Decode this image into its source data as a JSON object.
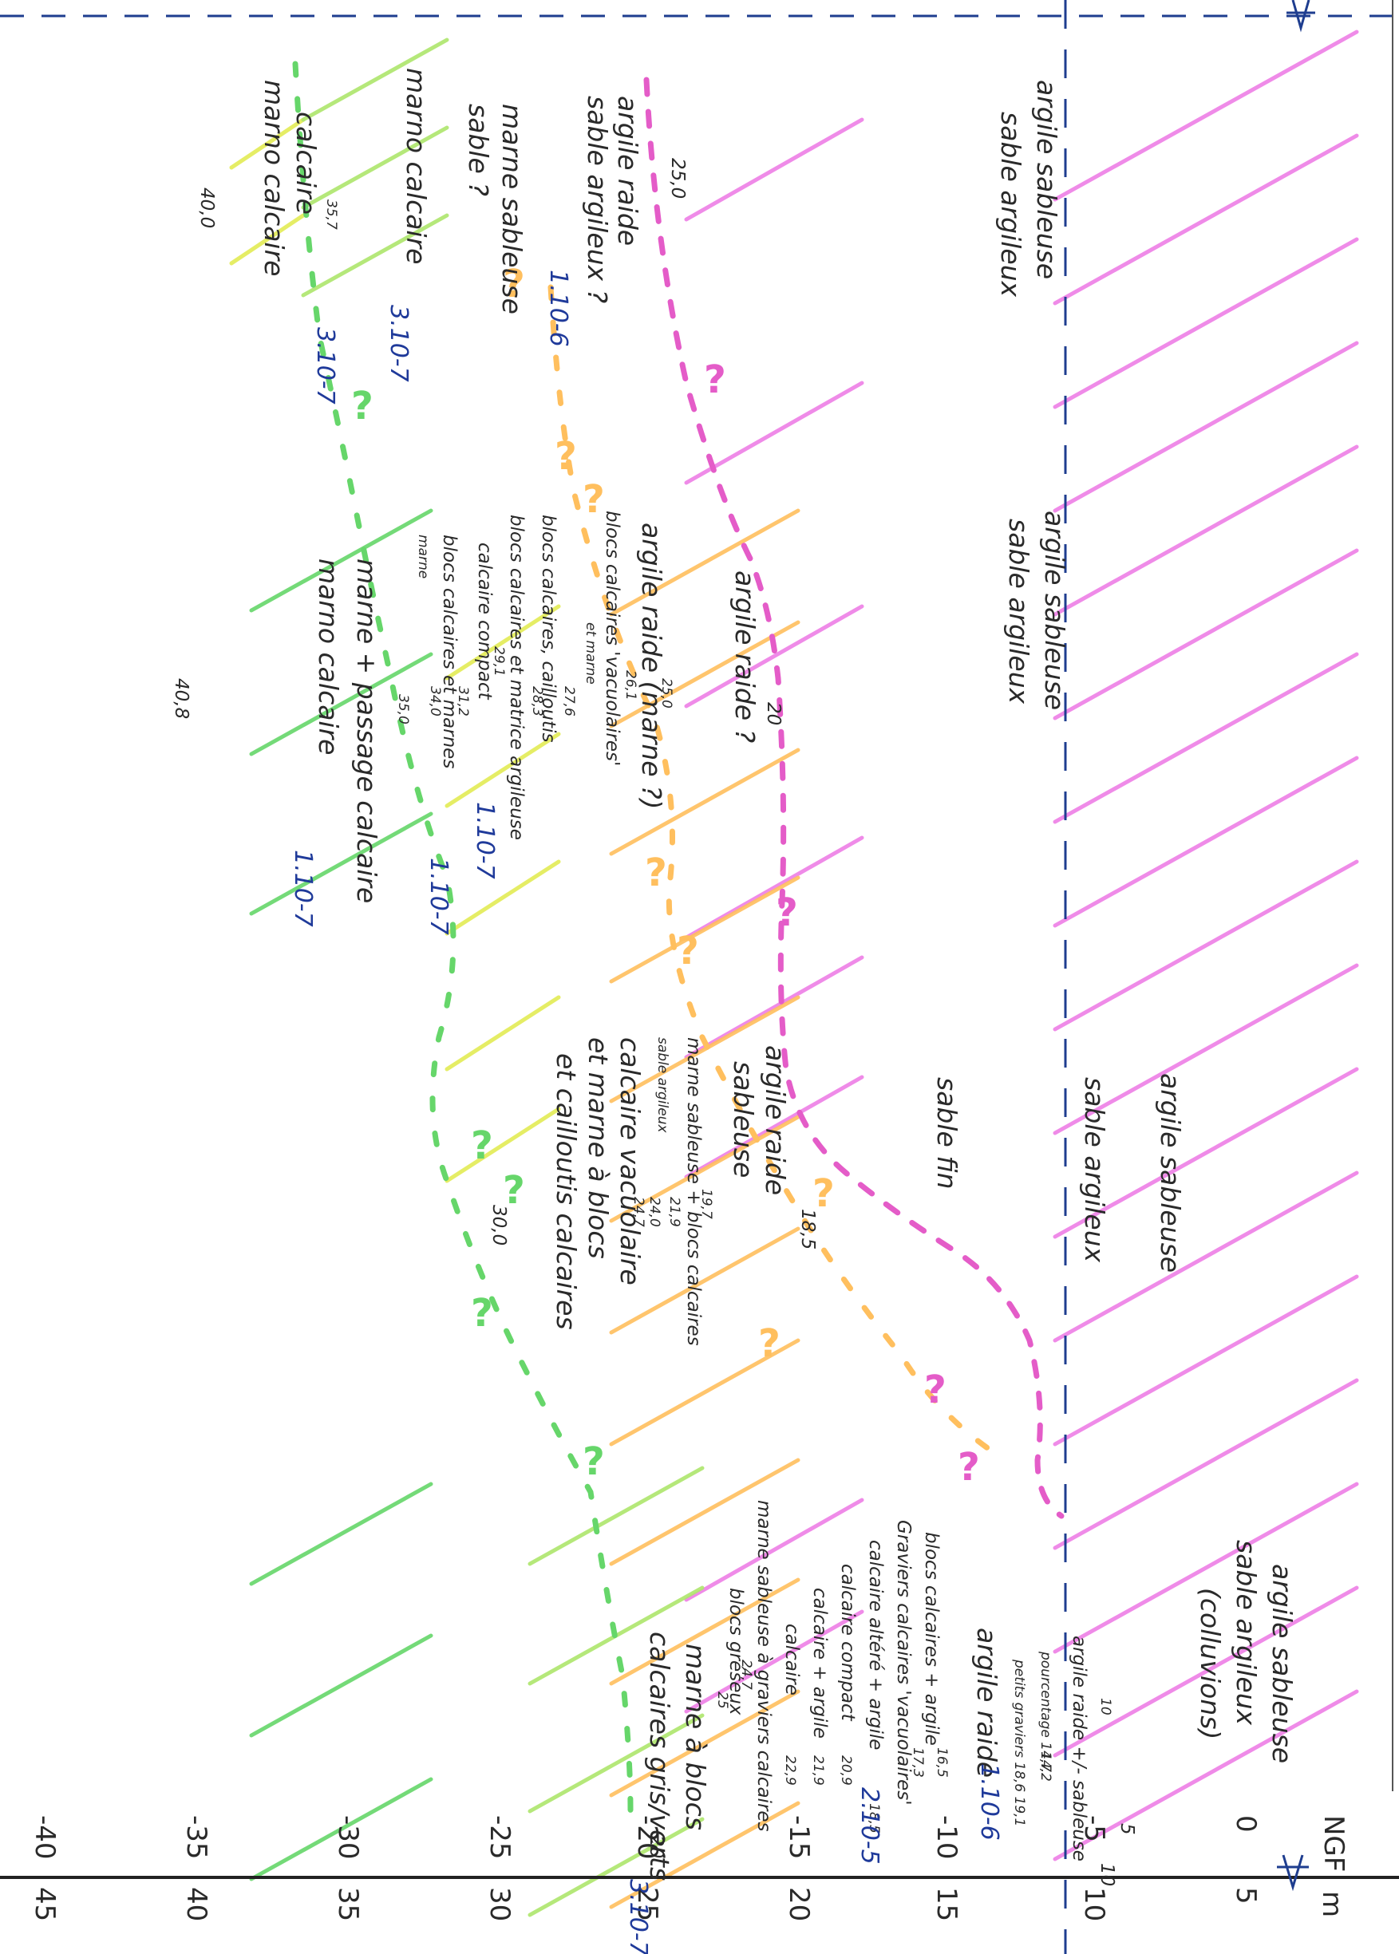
{
  "colors": {
    "pink": "#ee7fe6",
    "pink_dark": "#e45cc8",
    "orange": "#ffbf5e",
    "yellow": "#e3ec55",
    "green_light": "#aee66c",
    "green": "#66d66a",
    "blue_line": "#1e3d8f",
    "ink": "#2a2a2a",
    "blue_ink": "#1f3a9a"
  },
  "axis": {
    "header_ngf": "NGF",
    "header_m": "m",
    "ngf_ticks": [
      "0",
      "-5",
      "-10",
      "-15",
      "-20",
      "-25",
      "-30",
      "-35",
      "-40"
    ],
    "m_ticks": [
      "5",
      "10",
      "15",
      "20",
      "25",
      "30",
      "35",
      "40",
      "45"
    ]
  },
  "columns": {
    "col1": {
      "labels": [
        "argile sableuse",
        "sable argileux",
        "(colluvions)"
      ],
      "top_depth": "10",
      "top_small": "10",
      "lines": [
        "argile raide +/- sableuse",
        "pourcentage 14,7",
        "petits graviers 18,6 19,1",
        "argile raide",
        "blocs calcaires + argile",
        "Graviers calcaires 'vacuolaires'",
        "calcaire altéré + argile",
        "calcaire compact",
        "calcaire + argile",
        "calcaire",
        "marne sableuse à graviers calcaires",
        "blocs gréseux",
        "marne à blocs",
        "calcaires gris/verts"
      ],
      "values": [
        "5",
        "14,2",
        "16,5",
        "17,3",
        "18,5",
        "20,9",
        "21,9",
        "22,9",
        "24,7",
        "25",
        "20"
      ],
      "perms": [
        "1.10-6",
        "2.10-5",
        "3.10-7"
      ]
    },
    "col2": {
      "labels": [
        "argile sableuse",
        "sable argileux",
        "sable fin",
        "argile raide",
        "sableuse"
      ],
      "depth_top": "18,5",
      "lines": [
        "marne sableuse + blocs calcaires",
        "sable argileux",
        "calcaire vacuolaire",
        "et marne à blocs",
        "et cailloutis calcaires"
      ],
      "values": [
        "19,7",
        "24,0",
        "21,9",
        "24,7"
      ],
      "bottom": "30,0",
      "perms": []
    },
    "col3": {
      "labels": [
        "argile sableuse",
        "sable argileux",
        "argile raide ?"
      ],
      "depth_top": "20",
      "lines": [
        "argile raide (marne ?)",
        "blocs calcaires 'vacuolaires'",
        "et marne",
        "blocs calcaires, cailloutis",
        "blocs calcaires et matrice argileuse",
        "calcaire compact",
        "blocs calcaires et marnes",
        "marne",
        "marne + passage calcaire",
        "marno calcaire"
      ],
      "values": [
        "25,0",
        "26,1",
        "27,6",
        "28,3",
        "29,1",
        "31,2",
        "34,0",
        "35,0"
      ],
      "bottom": "40,8",
      "perms": [
        "1.10-7",
        "1.10-7",
        "1.10-7"
      ]
    },
    "col4": {
      "labels": [
        "argile sableuse",
        "sable argileux",
        "argile raide",
        "sable argileux ?",
        "marne sableuse",
        "sable ?",
        "marno calcaire",
        "calcaire",
        "marno calcaire"
      ],
      "depth": "25,0",
      "values": [
        "35,7"
      ],
      "bottom": "40,0",
      "perms": [
        "1.10-6",
        "3.10-7",
        "3.10-7"
      ]
    }
  },
  "question_marks": [
    "?",
    "?",
    "?",
    "?",
    "?",
    "?",
    "?",
    "?",
    "?",
    "?",
    "?",
    "?",
    "?",
    "?",
    "?",
    "?"
  ]
}
